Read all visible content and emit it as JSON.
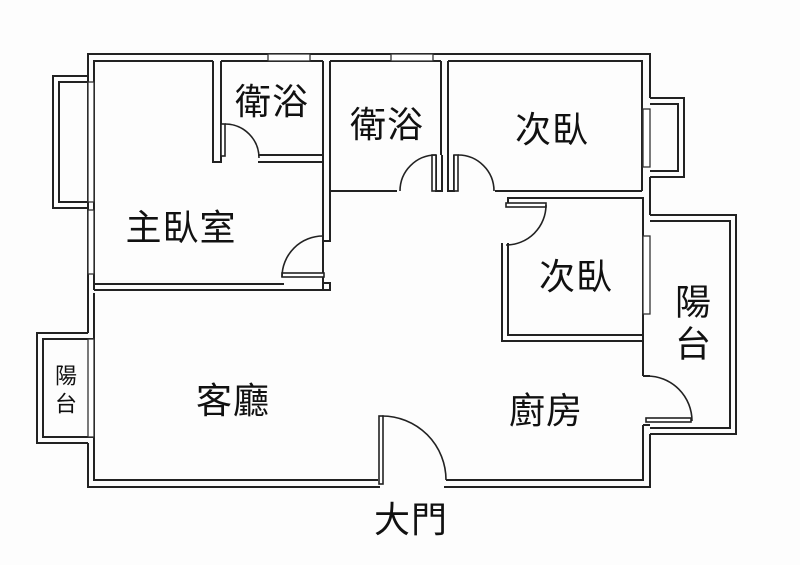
{
  "plan": {
    "title": "",
    "rooms": [
      {
        "id": "master-bedroom",
        "label": "主臥室"
      },
      {
        "id": "bathroom-1",
        "label": "衛浴"
      },
      {
        "id": "bathroom-2",
        "label": "衛浴"
      },
      {
        "id": "bedroom-1",
        "label": "次臥"
      },
      {
        "id": "bedroom-2",
        "label": "次臥"
      },
      {
        "id": "balcony-east",
        "label": "陽台"
      },
      {
        "id": "balcony-west",
        "label": "陽台"
      },
      {
        "id": "living-room",
        "label": "客廳"
      },
      {
        "id": "kitchen",
        "label": "廚房"
      }
    ],
    "entrance_label": "大門"
  },
  "colors": {
    "wall": "#222222",
    "background": "#fdfdfd"
  }
}
